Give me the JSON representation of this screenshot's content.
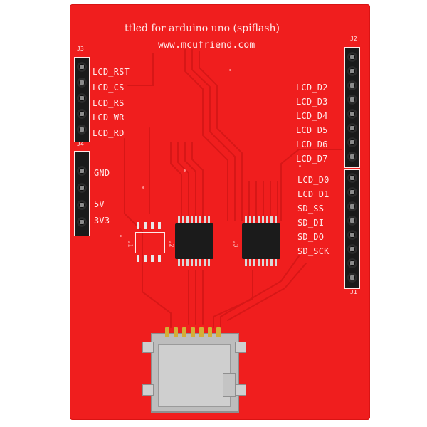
{
  "board": {
    "top_text_1": "ttled for arduino uno (spiflash)",
    "top_text_2": "www.mcufriend.com"
  },
  "left_labels": [
    "LCD_RST",
    "LCD_CS",
    "LCD_RS",
    "LCD_WR",
    "LCD_RD",
    "GND",
    "5V",
    "3V3"
  ],
  "right_labels": [
    "LCD_D2",
    "LCD_D3",
    "LCD_D4",
    "LCD_D5",
    "LCD_D6",
    "LCD_D7",
    "LCD_D0",
    "LCD_D1",
    "SD_SS",
    "SD_DI",
    "SD_DO",
    "SD_SCK"
  ],
  "designators": {
    "j3": "J3",
    "j4": "J4",
    "j2": "J2",
    "j1": "J1",
    "u1": "U1",
    "u2": "U2",
    "u3": "U3"
  },
  "colors": {
    "pcb": "#f01e1e",
    "silkscreen": "#ffe9e9",
    "header": "#1a1a1a",
    "sd_slot": "#bdbdbd"
  }
}
